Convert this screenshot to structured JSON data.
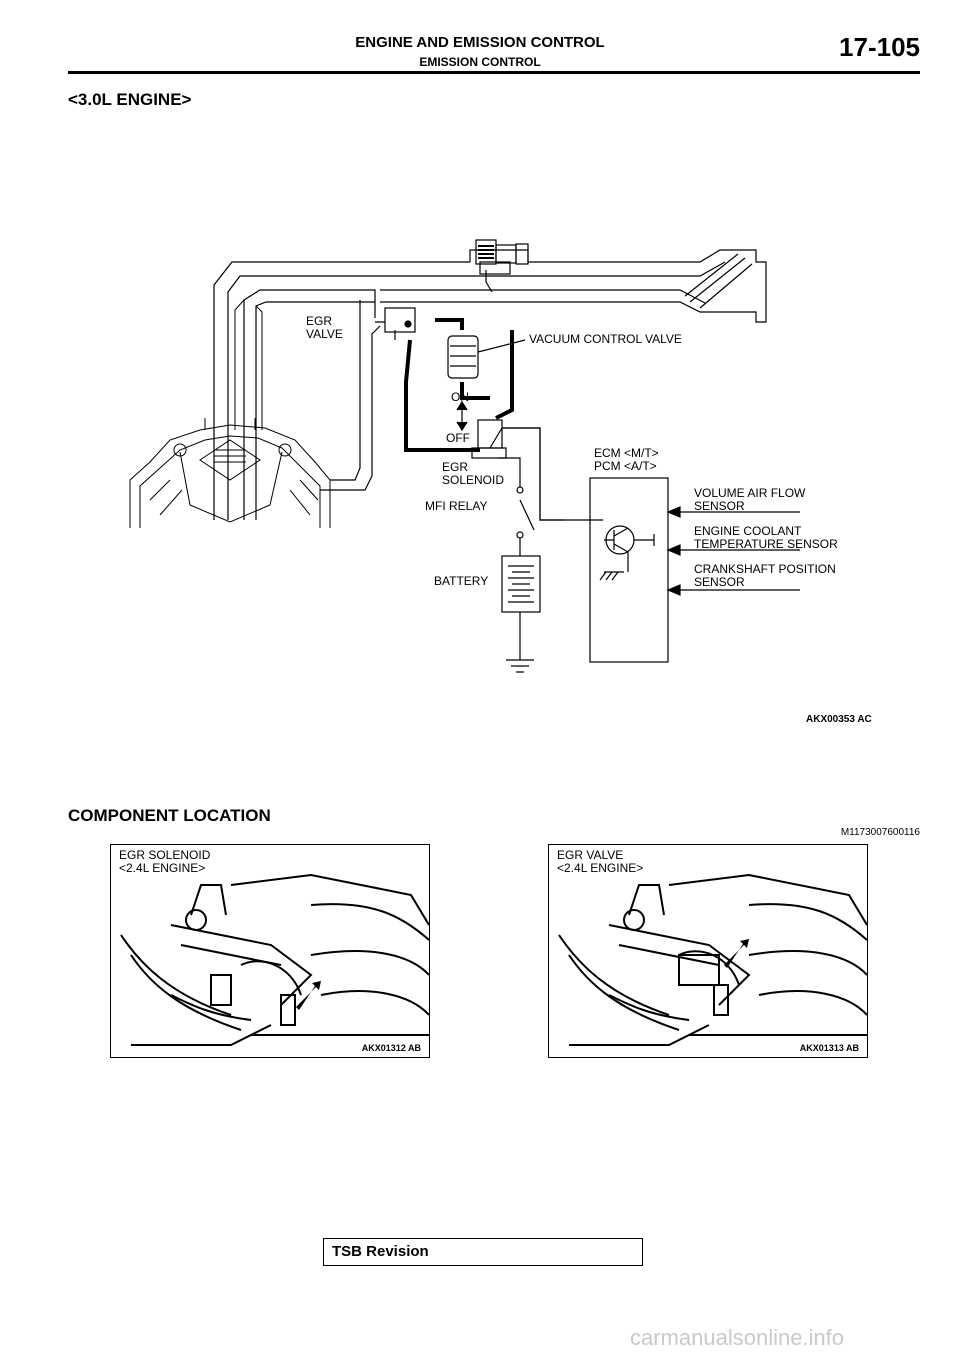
{
  "header": {
    "title": "ENGINE AND EMISSION CONTROL",
    "subtitle": "EMISSION CONTROL",
    "page_number": "17-105"
  },
  "engine_section": {
    "heading": "<3.0L ENGINE>"
  },
  "diagram": {
    "labels": {
      "egr_valve_1": "EGR",
      "egr_valve_2": "VALVE",
      "vacuum_control_valve": "VACUUM CONTROL VALVE",
      "on": "ON",
      "off": "OFF",
      "egr_solenoid_1": "EGR",
      "egr_solenoid_2": "SOLENOID",
      "mfi_relay": "MFI RELAY",
      "battery": "BATTERY",
      "ecm_1": "ECM <M/T>",
      "ecm_2": "PCM <A/T>",
      "sensor_vaf_1": "VOLUME AIR FLOW",
      "sensor_vaf_2": "SENSOR",
      "sensor_ect_1": "ENGINE COOLANT",
      "sensor_ect_2": "TEMPERATURE SENSOR",
      "sensor_ckp_1": "CRANKSHAFT POSITION",
      "sensor_ckp_2": "SENSOR"
    },
    "figure_code": "AKX00353 AC"
  },
  "component_location": {
    "heading": "COMPONENT LOCATION",
    "reference": "M1173007600116",
    "photos": [
      {
        "caption_1": "EGR SOLENOID",
        "caption_2": "<2.4L ENGINE>",
        "code": "AKX01312 AB"
      },
      {
        "caption_1": "EGR VALVE",
        "caption_2": "<2.4L ENGINE>",
        "code": "AKX01313 AB"
      }
    ]
  },
  "footer": {
    "tsb_revision": "TSB Revision",
    "watermark": "carmanualsonline.info"
  }
}
